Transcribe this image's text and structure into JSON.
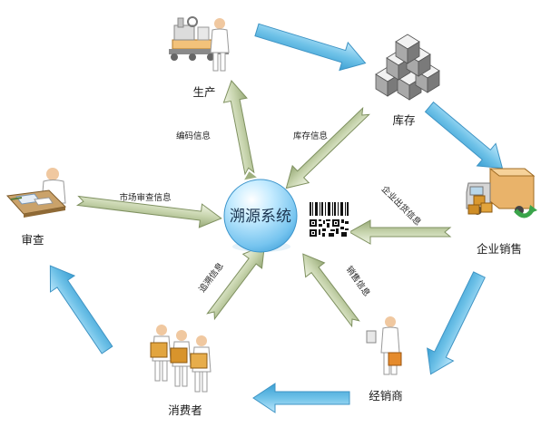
{
  "center": {
    "label": "溯源系统"
  },
  "nodes": {
    "production": "生产",
    "inventory": "库存",
    "sales": "企业销售",
    "dealer": "经销商",
    "consumer": "消费者",
    "audit": "审查"
  },
  "info_flows": {
    "encoding": "编码信息",
    "inventory_info": "库存信息",
    "shipment": "企业出货信息",
    "sales_info": "销售信息",
    "traceback": "追溯信息",
    "market_audit": "市场审查信息"
  },
  "colors": {
    "cycle_arrow": "#6fc2e8",
    "info_arrow": "#c7d4ad",
    "center_sphere": "#8fd0f5"
  },
  "icons": {
    "production": "factory-worker-icon",
    "inventory": "stacked-boxes-icon",
    "sales": "delivery-truck-icon",
    "dealer": "dealer-person-icon",
    "consumer": "consumers-with-boxes-icon",
    "audit": "auditor-desk-icon",
    "qr": "qr-barcode-icon"
  }
}
